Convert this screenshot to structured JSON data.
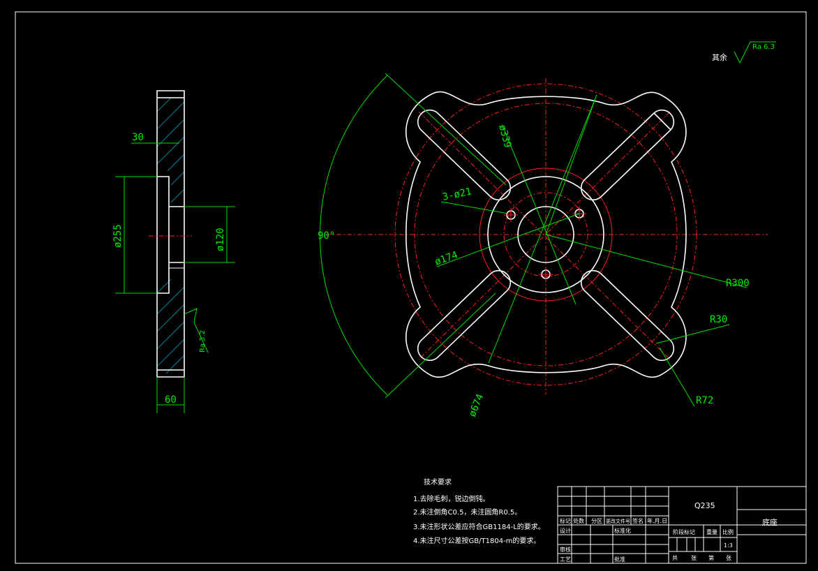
{
  "surface": {
    "label": "其余",
    "roughness": "Ra 6.3"
  },
  "dims": {
    "d339": "ø339",
    "d21": "3-ø21",
    "d174": "ø174",
    "d674": "ø674",
    "r300": "R300",
    "r30": "R30",
    "r72": "R72",
    "angle": "90°",
    "t30": "30",
    "d255": "ø255",
    "d120": "ø120",
    "t60": "60",
    "ra32": "Ra 3.2"
  },
  "notes": {
    "title": "技术要求",
    "items": [
      "1.去除毛刺，锐边倒钝。",
      "2.未注倒角C0.5，未注圆角R0.5。",
      "3.未注形状公差应符合GB1184-L的要求。",
      "4.未注尺寸公差按GB/T1804-m的要求。"
    ]
  },
  "titleblock": {
    "material": "Q235",
    "part_name": "底座",
    "scale": "1:3",
    "headers": [
      "标记",
      "处数",
      "分区",
      "更改文件号",
      "签名",
      "年.月.日"
    ],
    "design": "设计",
    "standard": "标准化",
    "review": "审核",
    "process": "工艺",
    "approve": "批准",
    "stage": "阶段标记",
    "weight": "重量",
    "ratio": "比例",
    "sheets": [
      "共",
      "张",
      "第",
      "张"
    ]
  }
}
